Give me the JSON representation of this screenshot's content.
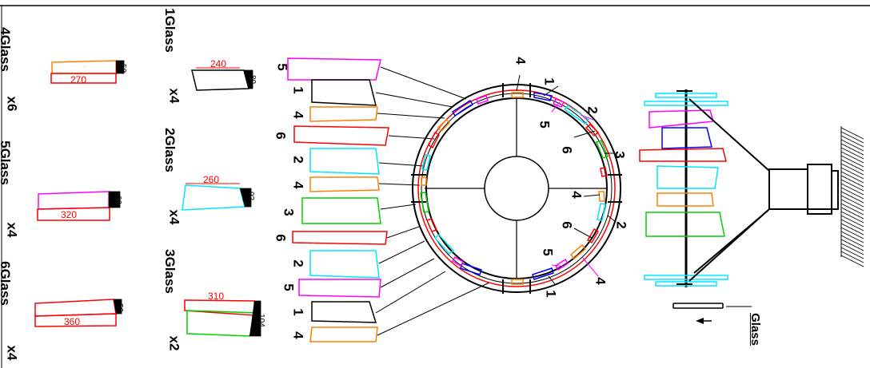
{
  "colors": {
    "black": "#000000",
    "red": "#ff0000",
    "orange": "#ff8000",
    "magenta": "#ff00ff",
    "cyan": "#00e5ff",
    "green": "#00d000",
    "blue": "#0000ff"
  },
  "legend": {
    "g1": {
      "title": "1Glass",
      "qty": "x4",
      "w": "240",
      "h": "80"
    },
    "g2": {
      "title": "2Glass",
      "qty": "x4",
      "w": "260",
      "h": "92"
    },
    "g3": {
      "title": "3Glass",
      "qty": "x2",
      "w": "310",
      "h": "104"
    },
    "g4": {
      "title": "4Glass",
      "qty": "x6",
      "w": "270",
      "h": "50"
    },
    "g5": {
      "title": "5Glass",
      "qty": "x4",
      "w": "320",
      "h": "60"
    },
    "g6": {
      "title": "6Glass",
      "qty": "x4",
      "w": "360",
      "h": "56"
    }
  },
  "left_labels": [
    "5",
    "1",
    "4",
    "6",
    "2",
    "4",
    "3",
    "6",
    "2",
    "5",
    "1",
    "4"
  ],
  "ring_labels": [
    "4",
    "1",
    "5",
    "2",
    "6",
    "3",
    "4",
    "2",
    "6",
    "5",
    "4",
    "1"
  ],
  "side_title": "Glass"
}
